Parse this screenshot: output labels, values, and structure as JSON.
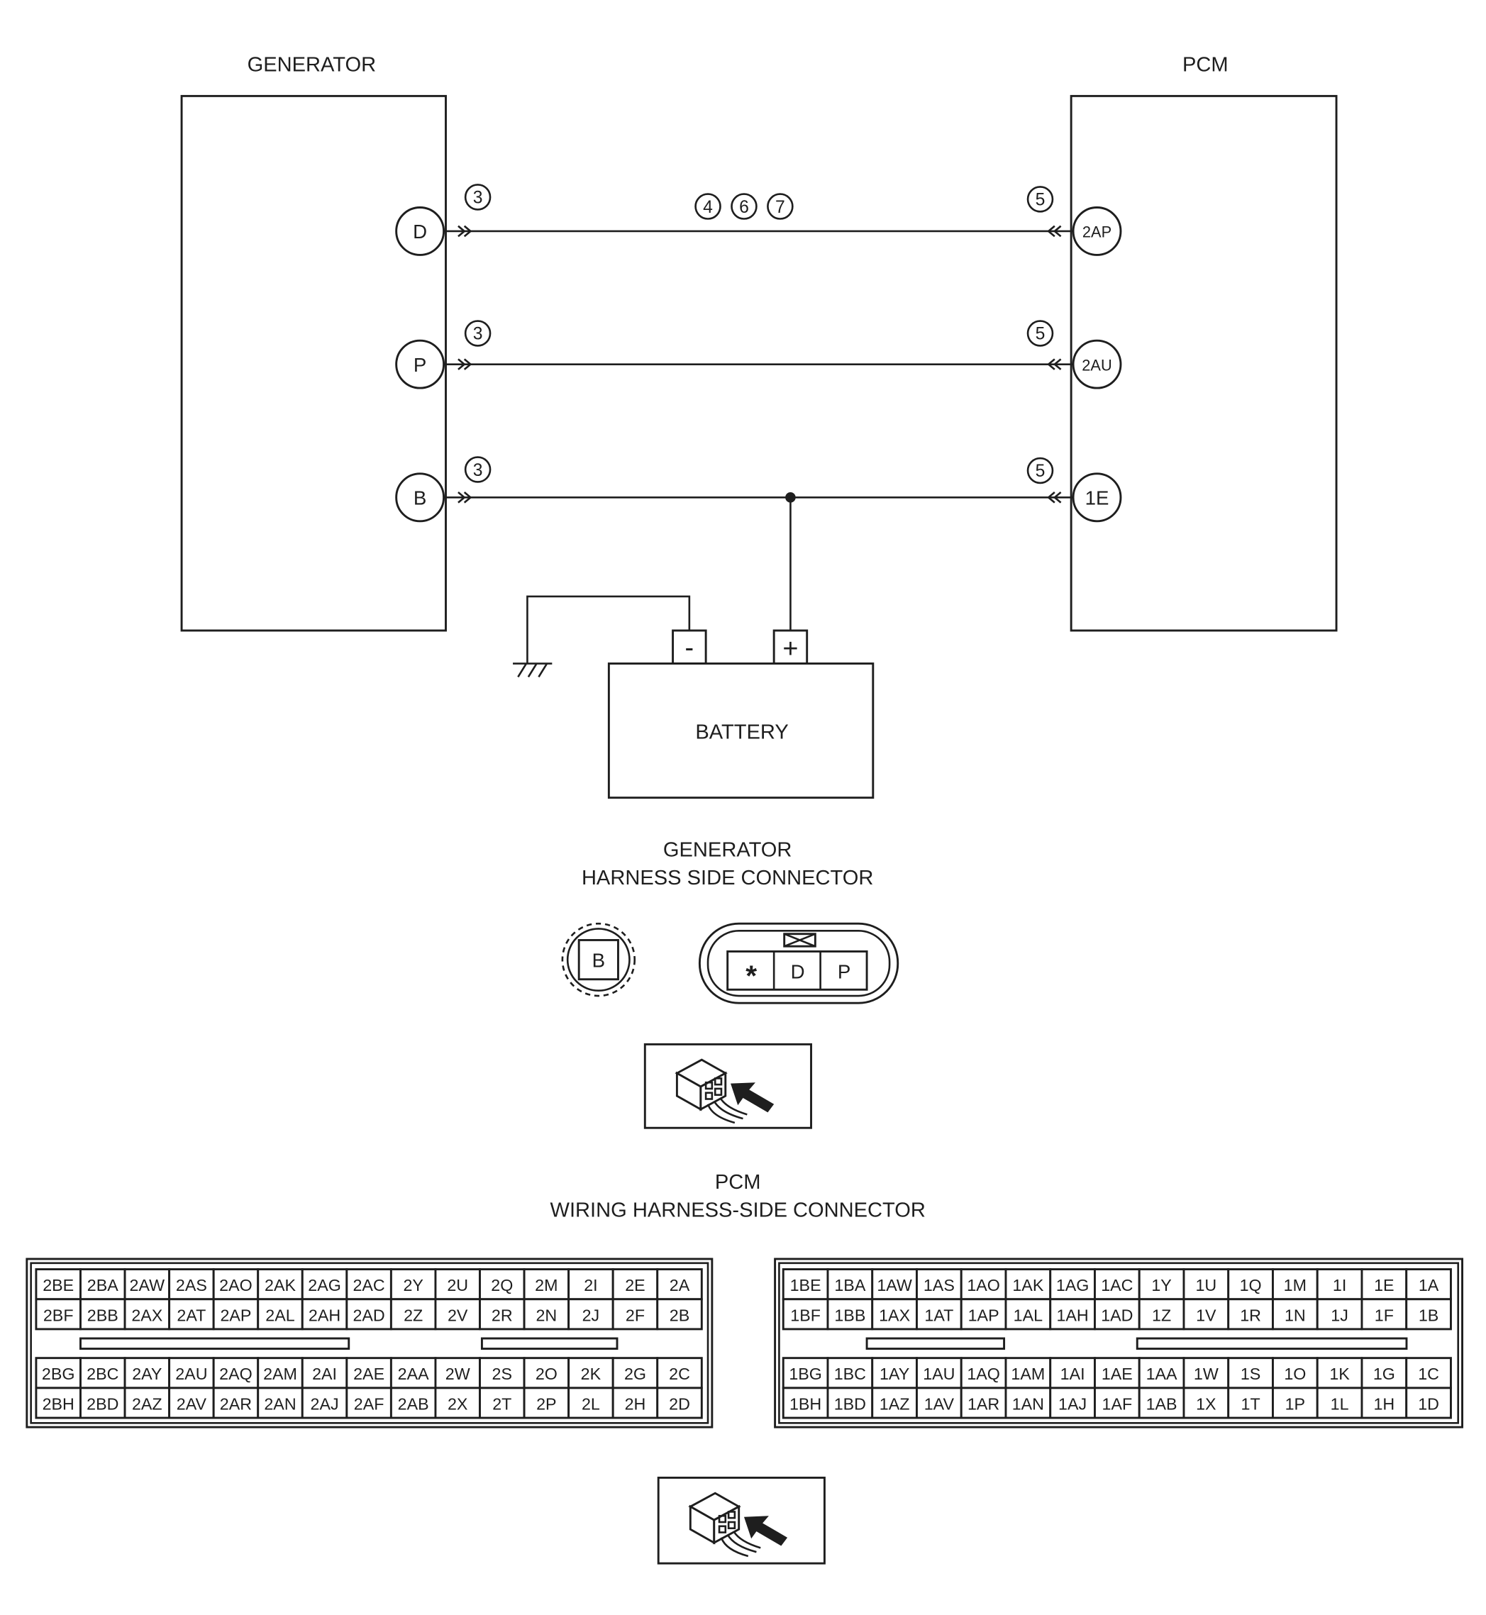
{
  "diagram": {
    "generator": {
      "label": "GENERATOR"
    },
    "pcm": {
      "label": "PCM"
    },
    "circuits": [
      {
        "gen_terminal": "D",
        "pcm_terminal": "2AP",
        "gen_side_step": "3",
        "pcm_side_step": "5",
        "mid_steps": [
          "4",
          "6",
          "7"
        ]
      },
      {
        "gen_terminal": "P",
        "pcm_terminal": "2AU",
        "gen_side_step": "3",
        "pcm_side_step": "5"
      },
      {
        "gen_terminal": "B",
        "pcm_terminal": "1E",
        "gen_side_step": "3",
        "pcm_side_step": "5"
      }
    ],
    "battery": {
      "label": "BATTERY",
      "negative": "-",
      "positive": "+"
    }
  },
  "generator_connector": {
    "title": [
      "GENERATOR",
      "HARNESS SIDE CONNECTOR"
    ],
    "b_terminal": "B",
    "pins": [
      "*",
      "D",
      "P"
    ]
  },
  "pcm_connector": {
    "title": [
      "PCM",
      "WIRING HARNESS-SIDE CONNECTOR"
    ],
    "connectors": [
      {
        "upper": [
          [
            "2BE",
            "2BA",
            "2AW",
            "2AS",
            "2AO",
            "2AK",
            "2AG",
            "2AC",
            "2Y",
            "2U",
            "2Q",
            "2M",
            "2I",
            "2E",
            "2A"
          ],
          [
            "2BF",
            "2BB",
            "2AX",
            "2AT",
            "2AP",
            "2AL",
            "2AH",
            "2AD",
            "2Z",
            "2V",
            "2R",
            "2N",
            "2J",
            "2F",
            "2B"
          ]
        ],
        "lower": [
          [
            "2BG",
            "2BC",
            "2AY",
            "2AU",
            "2AQ",
            "2AM",
            "2AI",
            "2AE",
            "2AA",
            "2W",
            "2S",
            "2O",
            "2K",
            "2G",
            "2C"
          ],
          [
            "2BH",
            "2BD",
            "2AZ",
            "2AV",
            "2AR",
            "2AN",
            "2AJ",
            "2AF",
            "2AB",
            "2X",
            "2T",
            "2P",
            "2L",
            "2H",
            "2D"
          ]
        ]
      },
      {
        "upper": [
          [
            "1BE",
            "1BA",
            "1AW",
            "1AS",
            "1AO",
            "1AK",
            "1AG",
            "1AC",
            "1Y",
            "1U",
            "1Q",
            "1M",
            "1I",
            "1E",
            "1A"
          ],
          [
            "1BF",
            "1BB",
            "1AX",
            "1AT",
            "1AP",
            "1AL",
            "1AH",
            "1AD",
            "1Z",
            "1V",
            "1R",
            "1N",
            "1J",
            "1F",
            "1B"
          ]
        ],
        "lower": [
          [
            "1BG",
            "1BC",
            "1AY",
            "1AU",
            "1AQ",
            "1AM",
            "1AI",
            "1AE",
            "1AA",
            "1W",
            "1S",
            "1O",
            "1K",
            "1G",
            "1C"
          ],
          [
            "1BH",
            "1BD",
            "1AZ",
            "1AV",
            "1AR",
            "1AN",
            "1AJ",
            "1AF",
            "1AB",
            "1X",
            "1T",
            "1P",
            "1L",
            "1H",
            "1D"
          ]
        ]
      }
    ]
  }
}
